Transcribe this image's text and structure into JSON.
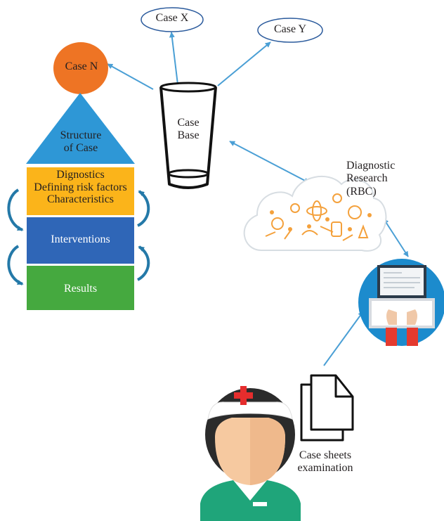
{
  "nodes": {
    "case_x": "Case X",
    "case_y": "Case Y",
    "case_n": "Case N",
    "structure_line1": "Structure",
    "structure_line2": "of Case",
    "case_base_line1": "Case",
    "case_base_line2": "Base",
    "research_line1": "Diagnostic",
    "research_line2": "Research",
    "research_line3": "(RBC)",
    "sheets_line1": "Case sheets",
    "sheets_line2": "examination"
  },
  "stack": {
    "top_line1": "Dignostics",
    "top_line2": "Defining risk factors",
    "top_line3": "Characteristics",
    "middle": "Interventions",
    "bottom": "Results"
  },
  "colors": {
    "arrow": "#4a9fd5",
    "case_n_fill": "#ee7424",
    "triangle_fill": "#2e97d6",
    "box_top": "#fbb41a",
    "box_middle": "#2f66b7",
    "box_bottom": "#45a93f",
    "loop_arrow": "#2479a8",
    "laptop_bg": "#1c8bcd",
    "nurse_uniform": "#1fa57a",
    "cross": "#e52d2d",
    "cloud_icons": "#f4a13c"
  }
}
